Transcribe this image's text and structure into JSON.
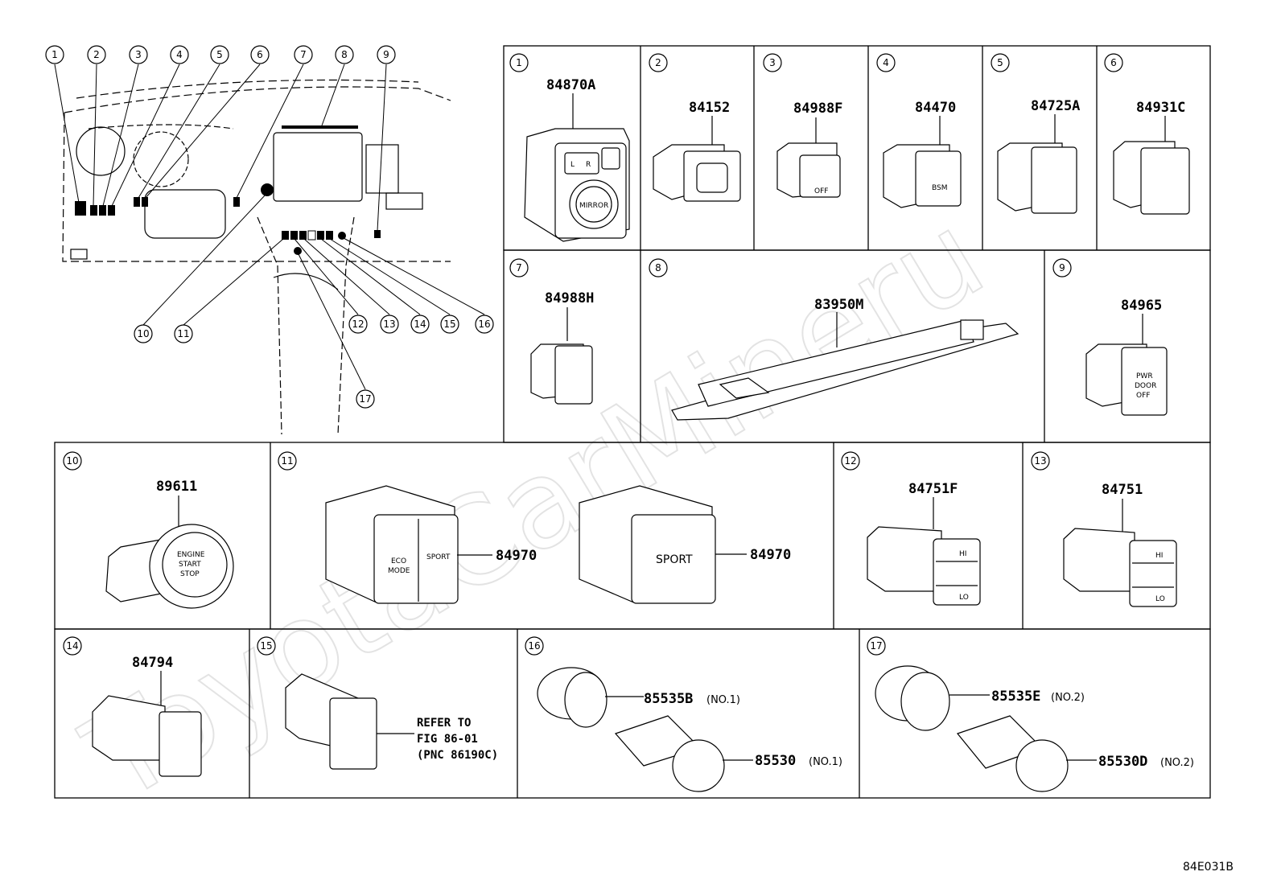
{
  "watermark": "ToyotaCarMineru",
  "diagram_id": "84E031B",
  "overview_callouts": [
    "1",
    "2",
    "3",
    "4",
    "5",
    "6",
    "7",
    "8",
    "9",
    "10",
    "11",
    "12",
    "13",
    "14",
    "15",
    "16",
    "17"
  ],
  "cells": [
    {
      "num": "1",
      "part": "84870A"
    },
    {
      "num": "2",
      "part": "84152"
    },
    {
      "num": "3",
      "part": "84988F"
    },
    {
      "num": "4",
      "part": "84470"
    },
    {
      "num": "5",
      "part": "84725A"
    },
    {
      "num": "6",
      "part": "84931C"
    },
    {
      "num": "7",
      "part": "84988H"
    },
    {
      "num": "8",
      "part": "83950M"
    },
    {
      "num": "9",
      "part": "84965"
    },
    {
      "num": "10",
      "part": "89611"
    },
    {
      "num": "11",
      "part": "84970",
      "part2": "84970"
    },
    {
      "num": "12",
      "part": "84751F"
    },
    {
      "num": "13",
      "part": "84751"
    },
    {
      "num": "14",
      "part": "84794"
    },
    {
      "num": "15",
      "ref_lines": [
        "REFER TO",
        "FIG 86-01",
        "(PNC 86190C)"
      ]
    },
    {
      "num": "16",
      "part": "85535B",
      "note": "(NO.1)",
      "part2": "85530",
      "note2": "(NO.1)"
    },
    {
      "num": "17",
      "part": "85535E",
      "note": "(NO.2)",
      "part2": "85530D",
      "note2": "(NO.2)"
    }
  ],
  "button_labels": {
    "mirror": "MIRROR",
    "mirror_l": "L",
    "mirror_r": "R",
    "off": "OFF",
    "bsm": "BSM",
    "pwr_door_off": [
      "PWR",
      "DOOR",
      "OFF"
    ],
    "engine": [
      "ENGINE",
      "START",
      "STOP"
    ],
    "eco": [
      "ECO",
      "MODE"
    ],
    "sport": "SPORT",
    "hi": "HI",
    "lo": "LO"
  }
}
